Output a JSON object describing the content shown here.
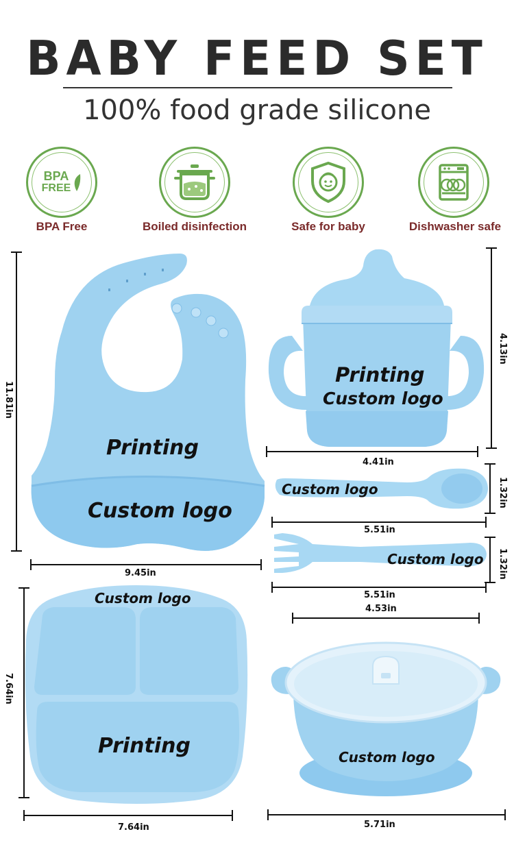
{
  "header": {
    "title": "BABY FEED SET",
    "subtitle": "100% food grade silicone"
  },
  "badges": [
    {
      "icon": "bpa-free-icon",
      "label": "BPA Free",
      "icon_text_1": "BPA",
      "icon_text_2": "FREE"
    },
    {
      "icon": "pot-icon",
      "label": "Boiled disinfection"
    },
    {
      "icon": "baby-shield-icon",
      "label": "Safe for baby"
    },
    {
      "icon": "dishwasher-icon",
      "label": "Dishwasher safe"
    }
  ],
  "products": {
    "bib": {
      "print_1": "Printing",
      "print_2": "Custom logo",
      "height": "11.81in",
      "width": "9.45in"
    },
    "cup": {
      "print_1": "Printing",
      "print_2": "Custom logo",
      "height": "4.13in",
      "width": "4.41in"
    },
    "spoon": {
      "print": "Custom logo",
      "height": "1.32in",
      "width": "5.51in"
    },
    "fork": {
      "print": "Custom logo",
      "height": "1.32in",
      "width": "5.51in"
    },
    "plate": {
      "print_1": "Custom logo",
      "print_2": "Printing",
      "height": "7.64in",
      "width": "7.64in"
    },
    "bowl": {
      "print": "Custom logo",
      "top_width": "4.53in",
      "width": "5.71in"
    }
  },
  "colors": {
    "silicone_blue": "#9fd2f0",
    "silicone_shade": "#7fbde6",
    "badge_green": "#6aa84f",
    "label_red": "#7a2a2a"
  }
}
